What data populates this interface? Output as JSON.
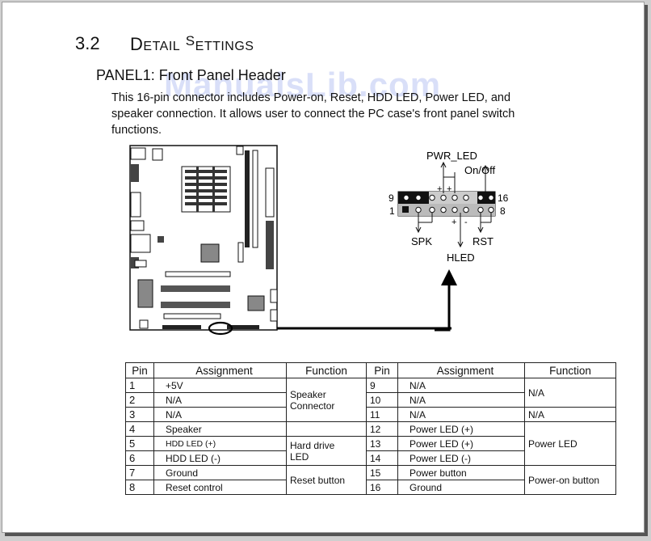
{
  "section": {
    "number": "3.2",
    "title_d": "D",
    "title_etail": "ETAIL",
    "title_s": "S",
    "title_ettings": "ETTINGS"
  },
  "panel_heading": "PANEL1: Front Panel Header",
  "description": "This 16-pin connector includes Power-on, Reset, HDD LED, Power LED, and speaker connection. It allows user to connect the PC case's front panel switch functions.",
  "watermark": "ManualsLib.com",
  "pin_diagram": {
    "label_pwr_led": "PWR_LED",
    "label_on_off": "On/Off",
    "label_spk": "SPK",
    "label_hled": "HLED",
    "label_rst": "RST",
    "label_9": "9",
    "label_16": "16",
    "label_1": "1",
    "label_8": "8",
    "plus": "+",
    "minus": "-"
  },
  "table": {
    "headers": [
      "Pin",
      "Assignment",
      "Function",
      "Pin",
      "Assignment",
      "Function"
    ],
    "left_rows": [
      {
        "pin": "1",
        "assignment": "+5V"
      },
      {
        "pin": "2",
        "assignment": "N/A"
      },
      {
        "pin": "3",
        "assignment": "N/A"
      },
      {
        "pin": "4",
        "assignment": "Speaker"
      },
      {
        "pin": "5",
        "assignment": "HDD LED (+)"
      },
      {
        "pin": "6",
        "assignment": "HDD LED (-)"
      },
      {
        "pin": "7",
        "assignment": "Ground"
      },
      {
        "pin": "8",
        "assignment": "Reset control"
      }
    ],
    "right_rows": [
      {
        "pin": "9",
        "assignment": "N/A"
      },
      {
        "pin": "10",
        "assignment": "N/A"
      },
      {
        "pin": "11",
        "assignment": "N/A"
      },
      {
        "pin": "12",
        "assignment": "Power LED (+)"
      },
      {
        "pin": "13",
        "assignment": "Power LED (+)"
      },
      {
        "pin": "14",
        "assignment": "Power LED (-)"
      },
      {
        "pin": "15",
        "assignment": "Power button"
      },
      {
        "pin": "16",
        "assignment": "Ground"
      }
    ],
    "left_functions": {
      "speaker_connector_1": "Speaker",
      "speaker_connector_2": "Connector",
      "hard_drive_led_1": "Hard drive",
      "hard_drive_led_2": "LED",
      "reset_button": "Reset button"
    },
    "right_functions": {
      "na_1": "N/A",
      "na_2": "N/A",
      "power_led": "Power LED",
      "power_on_button": "Power-on button"
    }
  }
}
